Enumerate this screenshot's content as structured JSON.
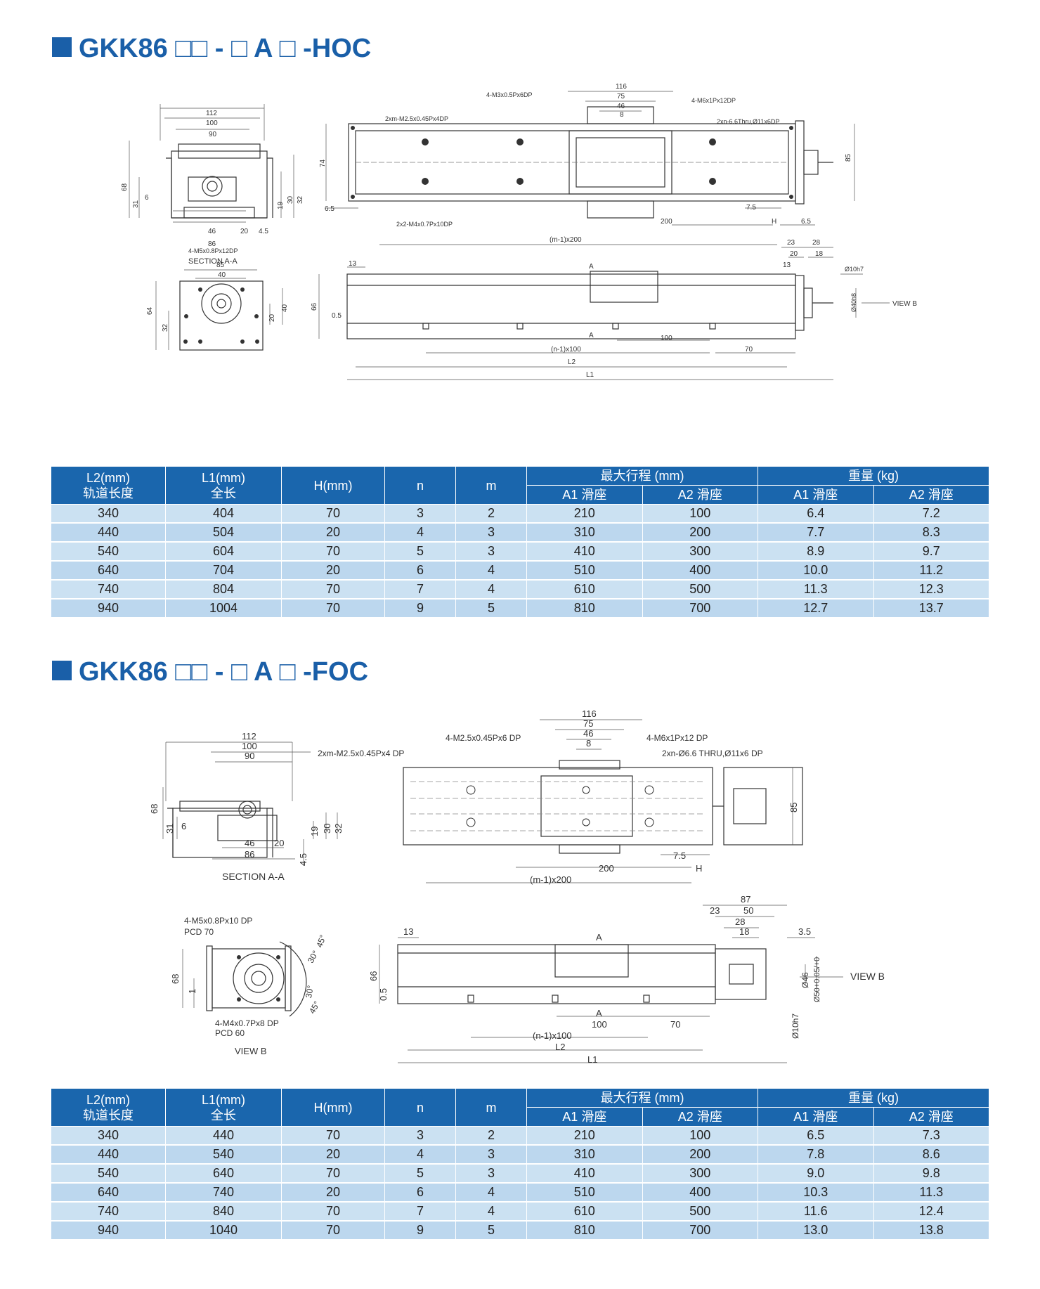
{
  "sections": [
    {
      "title": "GKK86 □□ - □ A □ -HOC",
      "section_label": "SECTION A-A",
      "view_label": "VIEW B",
      "callouts": [
        "4-M3x0.5Px6DP",
        "4-M6x1Px12DP",
        "2xm-M2.5x0.45Px4DP",
        "2xn-6.6Thru,Ø11x6DP",
        "2x2-M4x0.7Px10DP",
        "4-M5x0.8Px12DP"
      ],
      "dims": {
        "d112": "112",
        "d100": "100",
        "d90": "90",
        "d68": "68",
        "d31": "31",
        "d6": "6",
        "d19": "19",
        "d30": "30",
        "d32": "32",
        "d46": "46",
        "d20": "20",
        "d4_5": "4.5",
        "d86": "86",
        "d116": "116",
        "d75": "75",
        "d46t": "46",
        "d8": "8",
        "d74": "74",
        "d85": "85",
        "d6_5a": "6.5",
        "d7_5": "7.5",
        "d6_5b": "6.5",
        "d200": "200",
        "dH": "H",
        "dm1": "(m-1)x200",
        "f85": "85",
        "f40": "40",
        "f64": "64",
        "f32": "32",
        "f20": "20",
        "f40b": "40",
        "s13": "13",
        "s66": "66",
        "s0_5": "0.5",
        "sA": "A",
        "sA2": "A",
        "s100": "100",
        "s70": "70",
        "sn1": "(n-1)x100",
        "sL2": "L2",
        "sL1": "L1",
        "s23": "23",
        "s28": "28",
        "s20": "20",
        "s18": "18",
        "s13b": "13",
        "sphi10": "Ø10h7",
        "sphi40": "Ø40h8"
      },
      "table": {
        "header1": [
          "L2(mm)",
          "L1(mm)",
          "H(mm)",
          "n",
          "m",
          "最大行程 (mm)",
          "重量 (kg)"
        ],
        "header1_sub": [
          "轨道长度",
          "全长"
        ],
        "header2": [
          "A1 滑座",
          "A2 滑座",
          "A1 滑座",
          "A2 滑座"
        ],
        "rows": [
          [
            "340",
            "404",
            "70",
            "3",
            "2",
            "210",
            "100",
            "6.4",
            "7.2"
          ],
          [
            "440",
            "504",
            "20",
            "4",
            "3",
            "310",
            "200",
            "7.7",
            "8.3"
          ],
          [
            "540",
            "604",
            "70",
            "5",
            "3",
            "410",
            "300",
            "8.9",
            "9.7"
          ],
          [
            "640",
            "704",
            "20",
            "6",
            "4",
            "510",
            "400",
            "10.0",
            "11.2"
          ],
          [
            "740",
            "804",
            "70",
            "7",
            "4",
            "610",
            "500",
            "11.3",
            "12.3"
          ],
          [
            "940",
            "1004",
            "70",
            "9",
            "5",
            "810",
            "700",
            "12.7",
            "13.7"
          ]
        ]
      }
    },
    {
      "title": "GKK86 □□ - □ A □ -FOC",
      "section_label": "SECTION A-A",
      "view_label": "VIEW B",
      "callouts": [
        "4-M2.5x0.45Px6 DP",
        "4-M6x1Px12 DP",
        "2xm-M2.5x0.45Px4 DP",
        "2xn-Ø6.6 THRU,Ø11x6 DP",
        "4-M5x0.8Px10 DP",
        "PCD 70",
        "4-M4x0.7Px8 DP",
        "PCD 60"
      ],
      "dims": {
        "d112": "112",
        "d100": "100",
        "d90": "90",
        "d68": "68",
        "d31": "31",
        "d6": "6",
        "d19": "19",
        "d30": "30",
        "d32": "32",
        "d46": "46",
        "d20": "20",
        "d86": "86",
        "d4_5": "4.5",
        "d116": "116",
        "d75": "75",
        "d46t": "46",
        "d8": "8",
        "d85": "85",
        "d7_5": "7.5",
        "d200": "200",
        "dH": "H",
        "dm1": "(m-1)x200",
        "f68": "68",
        "f1": "1",
        "a45a": "45°",
        "a30a": "30°",
        "a30b": "30°",
        "a45b": "45°",
        "s13": "13",
        "s66": "66",
        "s0_5": "0.5",
        "sA": "A",
        "sA2": "A",
        "s100": "100",
        "s70": "70",
        "sn1": "(n-1)x100",
        "sL2": "L2",
        "sL1": "L1",
        "s87": "87",
        "s23": "23",
        "s50": "50",
        "s28": "28",
        "s18": "18",
        "s3_5": "3.5",
        "sphi46": "Ø46",
        "sphi50": "Ø50+0.05/+0",
        "sphi10": "Ø10h7"
      },
      "table": {
        "header1": [
          "L2(mm)",
          "L1(mm)",
          "H(mm)",
          "n",
          "m",
          "最大行程 (mm)",
          "重量 (kg)"
        ],
        "header1_sub": [
          "轨道长度",
          "全长"
        ],
        "header2": [
          "A1 滑座",
          "A2 滑座",
          "A1 滑座",
          "A2 滑座"
        ],
        "rows": [
          [
            "340",
            "440",
            "70",
            "3",
            "2",
            "210",
            "100",
            "6.5",
            "7.3"
          ],
          [
            "440",
            "540",
            "20",
            "4",
            "3",
            "310",
            "200",
            "7.8",
            "8.6"
          ],
          [
            "540",
            "640",
            "70",
            "5",
            "3",
            "410",
            "300",
            "9.0",
            "9.8"
          ],
          [
            "640",
            "740",
            "20",
            "6",
            "4",
            "510",
            "400",
            "10.3",
            "11.3"
          ],
          [
            "740",
            "840",
            "70",
            "7",
            "4",
            "610",
            "500",
            "11.6",
            "12.4"
          ],
          [
            "940",
            "1040",
            "70",
            "9",
            "5",
            "810",
            "700",
            "13.0",
            "13.8"
          ]
        ]
      }
    }
  ]
}
